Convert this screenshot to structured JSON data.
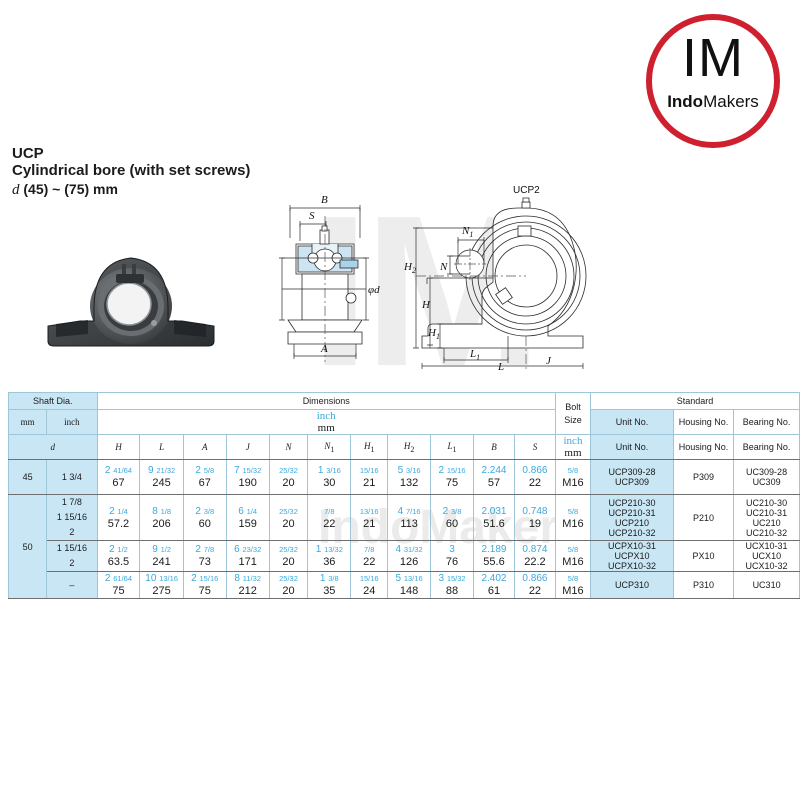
{
  "logo": {
    "mark_i": "I",
    "mark_m": "M",
    "word_bold": "Indo",
    "word_light": "Makers",
    "ring_color": "#cf2030"
  },
  "title": {
    "line1": "UCP",
    "line2": "Cylindrical bore (with set screws)",
    "symbol": "d",
    "line3": "(45) ~ (75) mm"
  },
  "watermark": {
    "mark": "IM",
    "text": "IndoMakers"
  },
  "drawings": {
    "side_view": {
      "labels": [
        "B",
        "S",
        "φd",
        "A"
      ]
    },
    "front_view": {
      "caption": "UCP2",
      "labels": [
        "N1",
        "N",
        "H2",
        "H",
        "H1",
        "L1",
        "J",
        "L"
      ]
    }
  },
  "theme": {
    "header_blue": "#c9e6f5",
    "inch_text_blue": "#3aa9dd",
    "border_blue": "#9fc6d8",
    "rule_gray": "#6f6f6f"
  },
  "table": {
    "groups": {
      "shaft": "Shaft Dia.",
      "dimensions": "Dimensions",
      "bolt": "Bolt Size",
      "standard": "Standard"
    },
    "units": {
      "mm": "mm",
      "inch": "inch"
    },
    "symbols": {
      "d": "d",
      "H": "H",
      "L": "L",
      "A": "A",
      "J": "J",
      "N": "N",
      "N1": "N",
      "N1sub": "1",
      "H1": "H",
      "H1sub": "1",
      "H2": "H",
      "H2sub": "2",
      "L1": "L",
      "L1sub": "1",
      "B": "B",
      "S": "S"
    },
    "standard_cols": {
      "unit": "Unit No.",
      "housing": "Housing No.",
      "bearing": "Bearing No."
    },
    "rows": [
      {
        "shaft_mm": "45",
        "shaft_inch": [
          "1 3/4"
        ],
        "dims_inch": [
          "2 41/64",
          "9 21/32",
          "2 5/8",
          "7 15/32",
          "25/32",
          "1 3/16",
          "15/16",
          "5 3/16",
          "2 15/16",
          "2.244",
          "0.866"
        ],
        "dims_mm": [
          "67",
          "245",
          "67",
          "190",
          "20",
          "30",
          "21",
          "132",
          "75",
          "57",
          "22"
        ],
        "bolt_inch": "5/8",
        "bolt_mm": "M16",
        "units": [
          "UCP309-28",
          "UCP309"
        ],
        "housing": "P309",
        "bearings": [
          "UC309-28",
          "UC309"
        ]
      },
      {
        "shaft_mm": "50",
        "shaft_inch": [
          "1 7/8",
          "1 15/16",
          "2"
        ],
        "dims_inch": [
          "2 1/4",
          "8 1/8",
          "2 3/8",
          "6 1/4",
          "25/32",
          "7/8",
          "13/16",
          "4 7/16",
          "2 3/8",
          "2.031",
          "0.748"
        ],
        "dims_mm": [
          "57.2",
          "206",
          "60",
          "159",
          "20",
          "22",
          "21",
          "113",
          "60",
          "51.6",
          "19"
        ],
        "bolt_inch": "5/8",
        "bolt_mm": "M16",
        "units": [
          "UCP210-30",
          "UCP210-31",
          "UCP210",
          "UCP210-32"
        ],
        "housing": "P210",
        "bearings": [
          "UC210-30",
          "UC210-31",
          "UC210",
          "UC210-32"
        ]
      },
      {
        "shaft_mm": "",
        "shaft_inch": [
          "1 15/16",
          "2"
        ],
        "dims_inch": [
          "2 1/2",
          "9 1/2",
          "2 7/8",
          "6 23/32",
          "25/32",
          "1 13/32",
          "7/8",
          "4 31/32",
          "3",
          "2.189",
          "0.874"
        ],
        "dims_mm": [
          "63.5",
          "241",
          "73",
          "171",
          "20",
          "36",
          "22",
          "126",
          "76",
          "55.6",
          "22.2"
        ],
        "bolt_inch": "5/8",
        "bolt_mm": "M16",
        "units": [
          "UCPX10-31",
          "UCPX10",
          "UCPX10-32"
        ],
        "housing": "PX10",
        "bearings": [
          "UCX10-31",
          "UCX10",
          "UCX10-32"
        ]
      },
      {
        "shaft_mm": "",
        "shaft_inch": [
          "–"
        ],
        "dims_inch": [
          "2 61/64",
          "10 13/16",
          "2 15/16",
          "8 11/32",
          "25/32",
          "1 3/8",
          "15/16",
          "5 13/16",
          "3 15/32",
          "2.402",
          "0.866"
        ],
        "dims_mm": [
          "75",
          "275",
          "75",
          "212",
          "20",
          "35",
          "24",
          "148",
          "88",
          "61",
          "22"
        ],
        "bolt_inch": "5/8",
        "bolt_mm": "M16",
        "units": [
          "UCP310"
        ],
        "housing": "P310",
        "bearings": [
          "UC310"
        ]
      }
    ]
  }
}
